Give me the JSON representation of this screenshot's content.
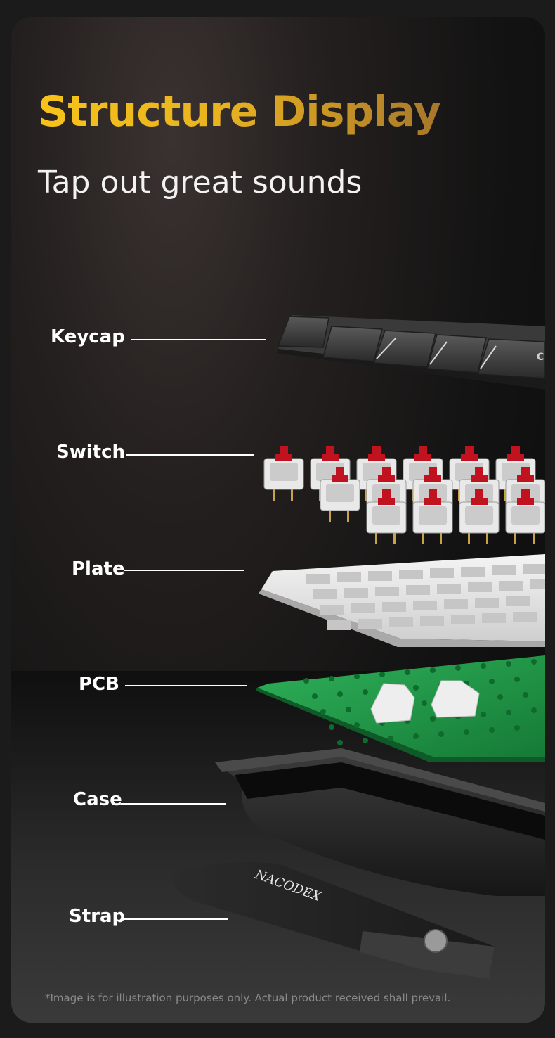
{
  "header": {
    "title": "Structure Display",
    "subtitle": "Tap out great sounds"
  },
  "layers": [
    {
      "label": "Keycap"
    },
    {
      "label": "Switch"
    },
    {
      "label": "Plate"
    },
    {
      "label": "PCB"
    },
    {
      "label": "Case"
    },
    {
      "label": "Strap"
    }
  ],
  "strap_brand": "NACODEX",
  "keycap_legend": "C",
  "disclaimer": "*Image is for illustration purposes only. Actual product received shall prevail.",
  "colors": {
    "title_gold": "#f7c31a",
    "pcb_green": "#1f9a47",
    "switch_red": "#c1121f",
    "plate_white": "#e8e8e8"
  }
}
